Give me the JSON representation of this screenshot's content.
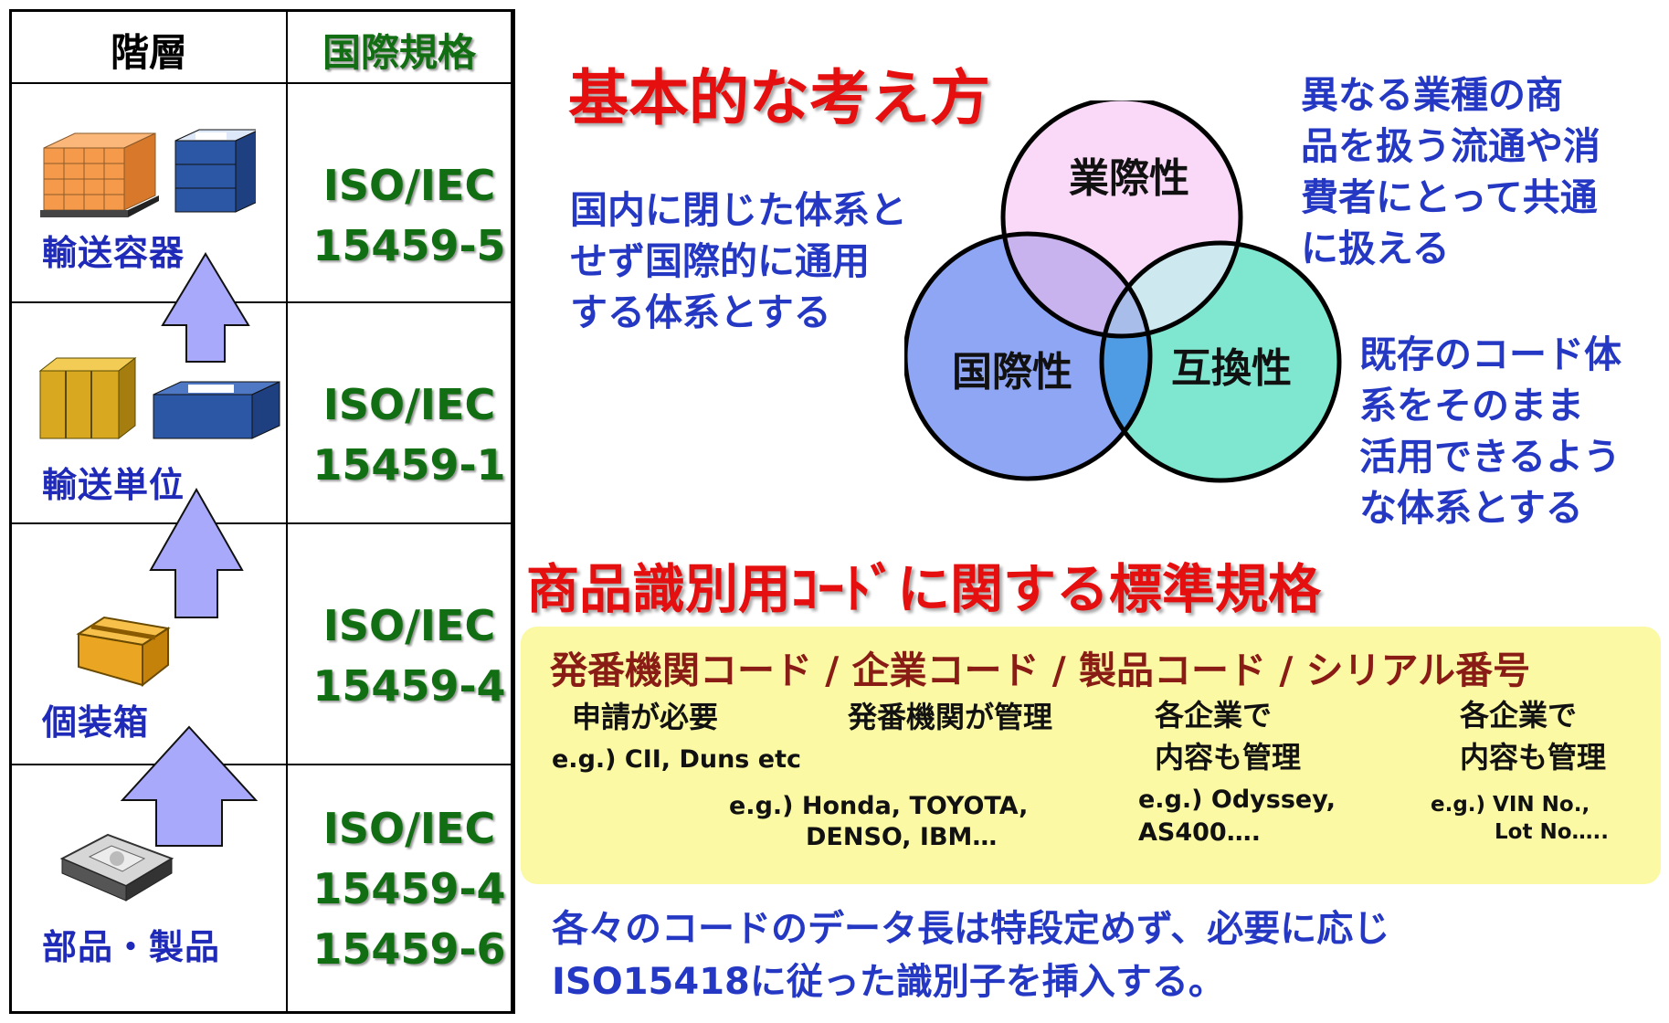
{
  "table": {
    "header_layer": "階層",
    "header_standard": "国際規格",
    "rows": [
      {
        "layer": "輸送容器",
        "standards": [
          "ISO/IEC",
          "15459-5"
        ]
      },
      {
        "layer": "輸送単位",
        "standards": [
          "ISO/IEC",
          "15459-1"
        ]
      },
      {
        "layer": "個装箱",
        "standards": [
          "ISO/IEC",
          "15459-4"
        ]
      },
      {
        "layer": "部品・製品",
        "standards": [
          "ISO/IEC",
          "15459-4",
          "15459-6"
        ]
      }
    ]
  },
  "basic": {
    "title": "基本的な考え方",
    "venn": {
      "top": "業際性",
      "left": "国際性",
      "right": "互換性"
    },
    "left_note": [
      "国内に閉じた体系と",
      "せず国際的に通用",
      "する体系とする"
    ],
    "top_right_note": [
      "異なる業種の商",
      "品を扱う流通や消",
      "費者にとって共通",
      "に扱える"
    ],
    "bottom_right_note": [
      "既存のコード体",
      "系をそのまま",
      "活用できるよう",
      "な体系とする"
    ]
  },
  "standards": {
    "title": "商品識別用ｺｰﾄﾞに関する標準規格",
    "code_line": "発番機関コード / 企業コード / 製品コード / シリアル番号",
    "columns": [
      {
        "desc": [
          "申請が必要"
        ],
        "example": [
          "e.g.) CII, Duns etc"
        ]
      },
      {
        "desc": [
          "発番機関が管理"
        ],
        "example": [
          "e.g.) Honda, TOYOTA,",
          "DENSO, IBM…"
        ]
      },
      {
        "desc": [
          "各企業で",
          "内容も管理"
        ],
        "example": [
          "e.g.) Odyssey,",
          "AS400…."
        ]
      },
      {
        "desc": [
          "各企業で",
          "内容も管理"
        ],
        "example": [
          "e.g.) VIN No.,",
          "Lot No….."
        ]
      }
    ],
    "footer": [
      "各々のコードのデータ長は特段定めず、必要に応じ",
      "ISO15418に従った識別子を挿入する。"
    ]
  },
  "colors": {
    "red": "#e60f0f",
    "blue_text": "#2438c4",
    "green_text": "#126e12",
    "venn_top": "#f9d9f7",
    "venn_left": "#8fa6f4",
    "venn_right": "#7fe6cf",
    "yellow_box": "#fbf9a4",
    "arrow": "#a9a9fb"
  }
}
